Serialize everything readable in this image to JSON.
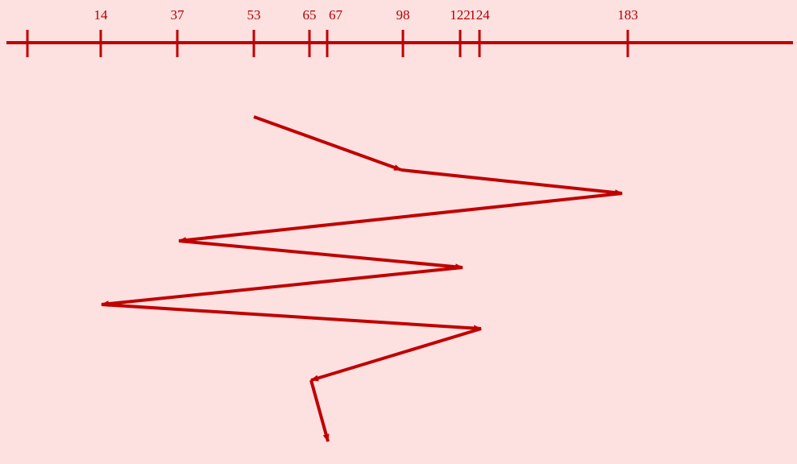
{
  "colors": {
    "background": "#fde0e0",
    "line": "#c00000",
    "text": "#b00000"
  },
  "axis": {
    "ticks": [
      {
        "value": 0,
        "label": ""
      },
      {
        "value": 14,
        "label": "14"
      },
      {
        "value": 37,
        "label": "37"
      },
      {
        "value": 53,
        "label": "53"
      },
      {
        "value": 65,
        "label": "65"
      },
      {
        "value": 67,
        "label": "67"
      },
      {
        "value": 98,
        "label": "98"
      },
      {
        "value": 122,
        "label": "122"
      },
      {
        "value": 124,
        "label": "124"
      },
      {
        "value": 183,
        "label": "183"
      }
    ]
  },
  "path_sequence": [
    53,
    98,
    183,
    37,
    122,
    14,
    124,
    65,
    67
  ]
}
